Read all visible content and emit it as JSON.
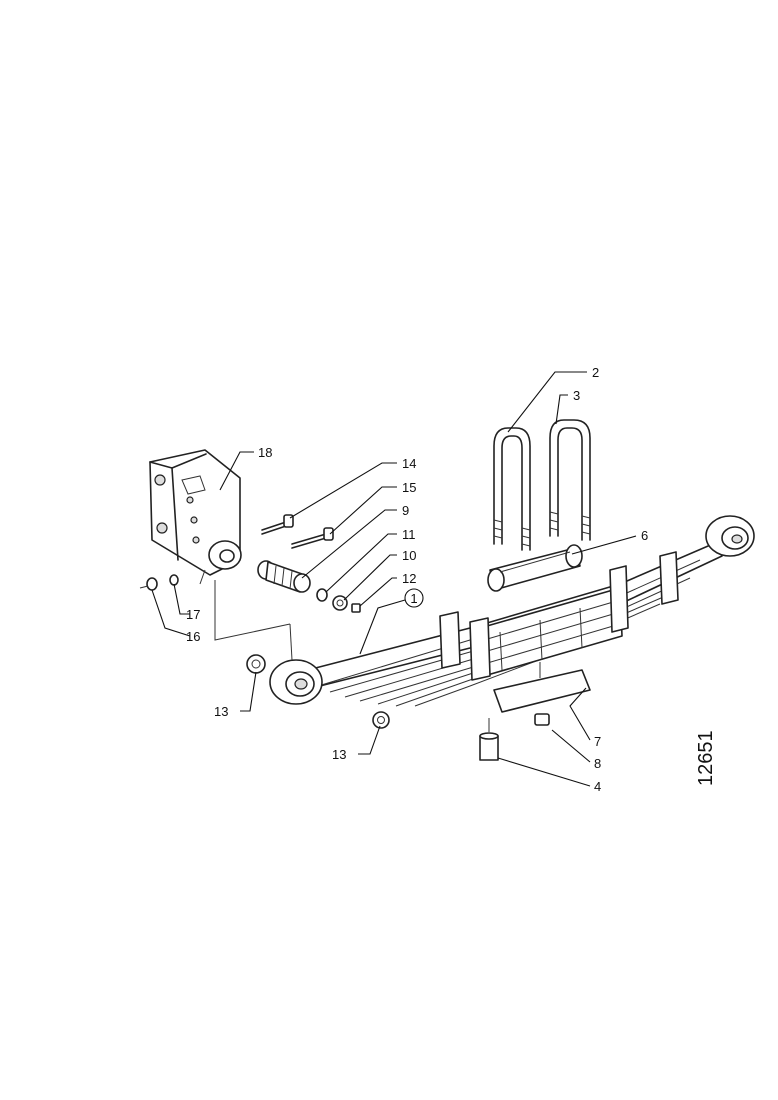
{
  "figure_number": "12651",
  "callouts": [
    {
      "id": "c1",
      "label": "1",
      "circled": true
    },
    {
      "id": "c2",
      "label": "2"
    },
    {
      "id": "c3",
      "label": "3"
    },
    {
      "id": "c4",
      "label": "4"
    },
    {
      "id": "c6",
      "label": "6"
    },
    {
      "id": "c7",
      "label": "7"
    },
    {
      "id": "c8",
      "label": "8"
    },
    {
      "id": "c9",
      "label": "9"
    },
    {
      "id": "c10",
      "label": "10"
    },
    {
      "id": "c11",
      "label": "11"
    },
    {
      "id": "c12",
      "label": "12"
    },
    {
      "id": "c13a",
      "label": "13"
    },
    {
      "id": "c13b",
      "label": "13"
    },
    {
      "id": "c14",
      "label": "14"
    },
    {
      "id": "c15",
      "label": "15"
    },
    {
      "id": "c16",
      "label": "16"
    },
    {
      "id": "c17",
      "label": "17"
    },
    {
      "id": "c18",
      "label": "18"
    }
  ]
}
